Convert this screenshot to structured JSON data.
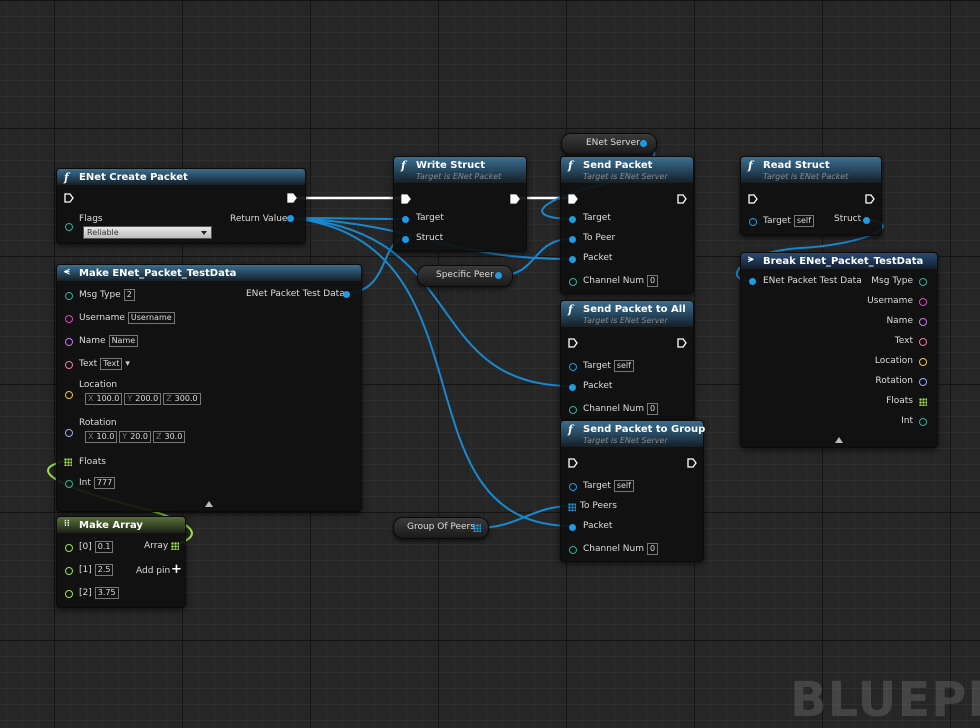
{
  "watermark": "BLUEPR",
  "create_packet": {
    "title": "ENet Create Packet",
    "flags_label": "Flags",
    "flags_value": "Reliable",
    "return_label": "Return Value"
  },
  "make_struct": {
    "title": "Make ENet_Packet_TestData",
    "output_label": "ENet Packet Test Data",
    "msg_type_label": "Msg Type",
    "msg_type_value": "2",
    "username_label": "Username",
    "username_value": "Username",
    "name_label": "Name",
    "name_value": "Name",
    "text_label": "Text",
    "text_value": "Text",
    "location_label": "Location",
    "location": {
      "x": "100.0",
      "y": "200.0",
      "z": "300.0"
    },
    "rotation_label": "Rotation",
    "rotation": {
      "x": "10.0",
      "y": "20.0",
      "z": "30.0"
    },
    "axis": {
      "x": "X",
      "y": "Y",
      "z": "Z"
    },
    "floats_label": "Floats",
    "int_label": "Int",
    "int_value": "777"
  },
  "make_array": {
    "title": "Make Array",
    "array_label": "Array",
    "add_pin_label": "Add pin",
    "items": [
      {
        "label": "[0]",
        "value": "0.1"
      },
      {
        "label": "[1]",
        "value": "2.5"
      },
      {
        "label": "[2]",
        "value": "3.75"
      }
    ]
  },
  "write_struct": {
    "title": "Write Struct",
    "subtitle": "Target is ENet Packet",
    "target_label": "Target",
    "struct_label": "Struct"
  },
  "enet_server": {
    "label": "ENet Server"
  },
  "send_packet": {
    "title": "Send Packet",
    "subtitle": "Target is ENet Server",
    "target_label": "Target",
    "to_peer_label": "To Peer",
    "packet_label": "Packet",
    "channel_label": "Channel Num",
    "channel_value": "0"
  },
  "specific_peer": {
    "label": "Specific Peer"
  },
  "send_all": {
    "title": "Send Packet to All",
    "subtitle": "Target is ENet Server",
    "target_label": "Target",
    "target_value": "self",
    "packet_label": "Packet",
    "channel_label": "Channel Num",
    "channel_value": "0"
  },
  "send_group": {
    "title": "Send Packet to Group",
    "subtitle": "Target is ENet Server",
    "target_label": "Target",
    "target_value": "self",
    "to_peers_label": "To Peers",
    "packet_label": "Packet",
    "channel_label": "Channel Num",
    "channel_value": "0"
  },
  "group_of_peers": {
    "label": "Group Of Peers"
  },
  "read_struct": {
    "title": "Read Struct",
    "subtitle": "Target is ENet Packet",
    "target_label": "Target",
    "target_value": "self",
    "struct_label": "Struct"
  },
  "break_struct": {
    "title": "Break ENet_Packet_TestData",
    "input_label": "ENet Packet Test Data",
    "outputs": [
      "Msg Type",
      "Username",
      "Name",
      "Text",
      "Location",
      "Rotation",
      "Floats",
      "Int"
    ]
  },
  "colors": {
    "exec": "#ffffff",
    "struct": "#1e9be6",
    "byte": "#2ab29a",
    "string": "#e83fc4",
    "name": "#c679ef",
    "text": "#ea7aa0",
    "vector": "#f5c22a",
    "rotator": "#9da8f0",
    "float": "#9ee048"
  }
}
